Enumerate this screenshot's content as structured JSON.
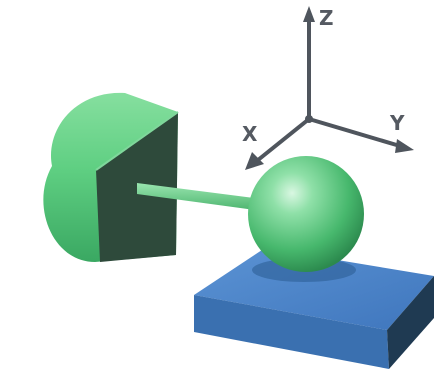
{
  "axes": {
    "x_label": "X",
    "y_label": "Y",
    "z_label": "Z"
  },
  "colors": {
    "background": "#ffffff",
    "cylinder_body": "#5fcf82",
    "cylinder_end_face": "#2f4c3d",
    "rod": "#6fcf8c",
    "sphere": "#4fbf76",
    "box_top": "#4e86c9",
    "box_front": "#3f74b5",
    "box_side": "#1f3a52",
    "axis_line": "#4f555d"
  },
  "objects": [
    "cylinder",
    "rod",
    "sphere",
    "box",
    "coordinate-axes"
  ]
}
